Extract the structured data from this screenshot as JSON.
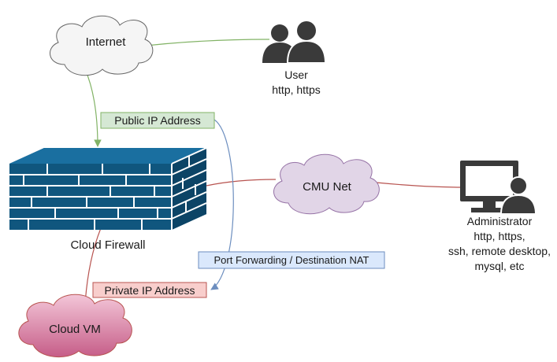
{
  "nodes": {
    "internet": {
      "label": "Internet"
    },
    "cmu_net": {
      "label": "CMU Net"
    },
    "cloud_vm": {
      "label": "Cloud VM"
    },
    "firewall": {
      "label": "Cloud Firewall"
    },
    "user": {
      "label": "User",
      "protocols": "http, https"
    },
    "administrator": {
      "label": "Administrator",
      "protocols": [
        "http, https,",
        "ssh, remote desktop,",
        "mysql, etc"
      ]
    }
  },
  "edge_labels": {
    "public_ip": "Public IP Address",
    "private_ip": "Private IP Address",
    "port_forwarding": "Port Forwarding / Destination NAT"
  },
  "colors": {
    "internet_cloud_fill": "#f5f5f5",
    "cmu_net_cloud_fill": "#e1d5e7",
    "cloud_vm_fill": "#e6a9c0",
    "firewall_fill": "#10567e",
    "person_icon": "#3a3a3a",
    "green_edge": "#82b366",
    "red_edge": "#b85450",
    "blue_edge": "#6c8ebf",
    "public_ip_fill": "#d5e8d4",
    "private_ip_fill": "#f8cecc",
    "port_fwd_fill": "#dae8fc"
  }
}
